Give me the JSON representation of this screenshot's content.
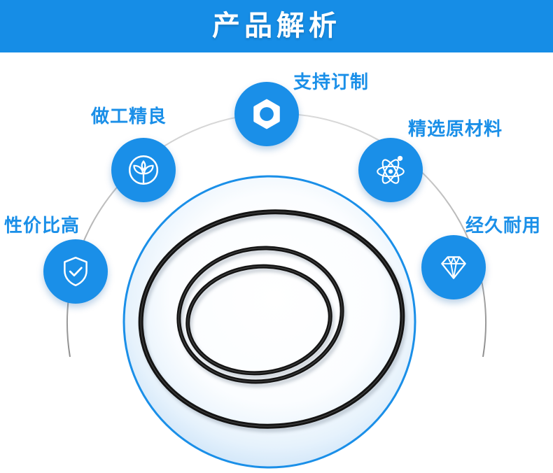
{
  "banner": {
    "title": "产品解析"
  },
  "features": [
    {
      "label": "性价比高",
      "icon": "shield-check-icon"
    },
    {
      "label": "做工精良",
      "icon": "sprout-icon"
    },
    {
      "label": "支持订制",
      "icon": "hex-nut-icon"
    },
    {
      "label": "精选原材料",
      "icon": "atom-icon"
    },
    {
      "label": "经久耐用",
      "icon": "diamond-icon"
    }
  ],
  "colors": {
    "accent": "#1a8fe8",
    "banner": "#168de6",
    "title_text": "#ffffff",
    "o_ring": "#141414",
    "arc": "#a9a9a9"
  }
}
